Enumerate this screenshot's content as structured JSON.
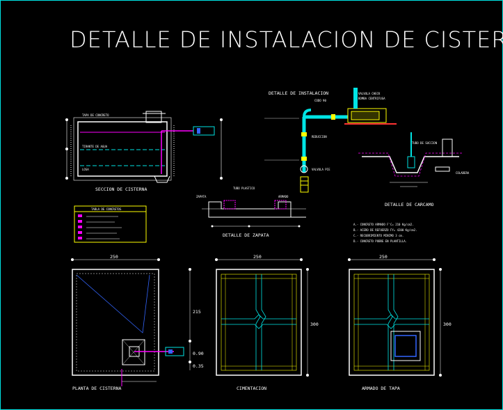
{
  "title": "DETALLE DE INSTALACION DE CISTERNA.",
  "section_labels": {
    "seccion": "SECCION DE CISTERNA",
    "instalacion": "DETALLE DE INSTALACION",
    "zapatas": "DETALLE DE ZAPATA",
    "carcamo": "DETALLE DE CARCAMO",
    "planta": "PLANTA DE CISTERNA",
    "cimentacion": "CIMENTACION",
    "tapa": "ARMADO DE TAPA"
  },
  "tabla_title": "TABLA DE CONCRETOS",
  "notes": [
    "A.- CONCRETO ARMADO F'C= 210 Kg/cm2.",
    "B.- ACERO DE REFUERZO FY= 4200 Kg/cm2.",
    "C.- RECUBRIMIENTO MINIMO 3 cm.",
    "D.- CONCRETO POBRE EN PLANTILLA."
  ],
  "dims": {
    "planta_w": "250",
    "planta_h": "215",
    "planta_a": "0.90",
    "planta_b": "0.35",
    "cim_w": "250",
    "cim_h": "300",
    "tapa_w": "250",
    "tapa_h": "300"
  },
  "colors": {
    "background": "#000000",
    "cyan": "#00e5e5",
    "magenta": "#ff00ff",
    "yellow": "#ffff00",
    "white": "#ffffff",
    "blue": "#3366ff"
  }
}
